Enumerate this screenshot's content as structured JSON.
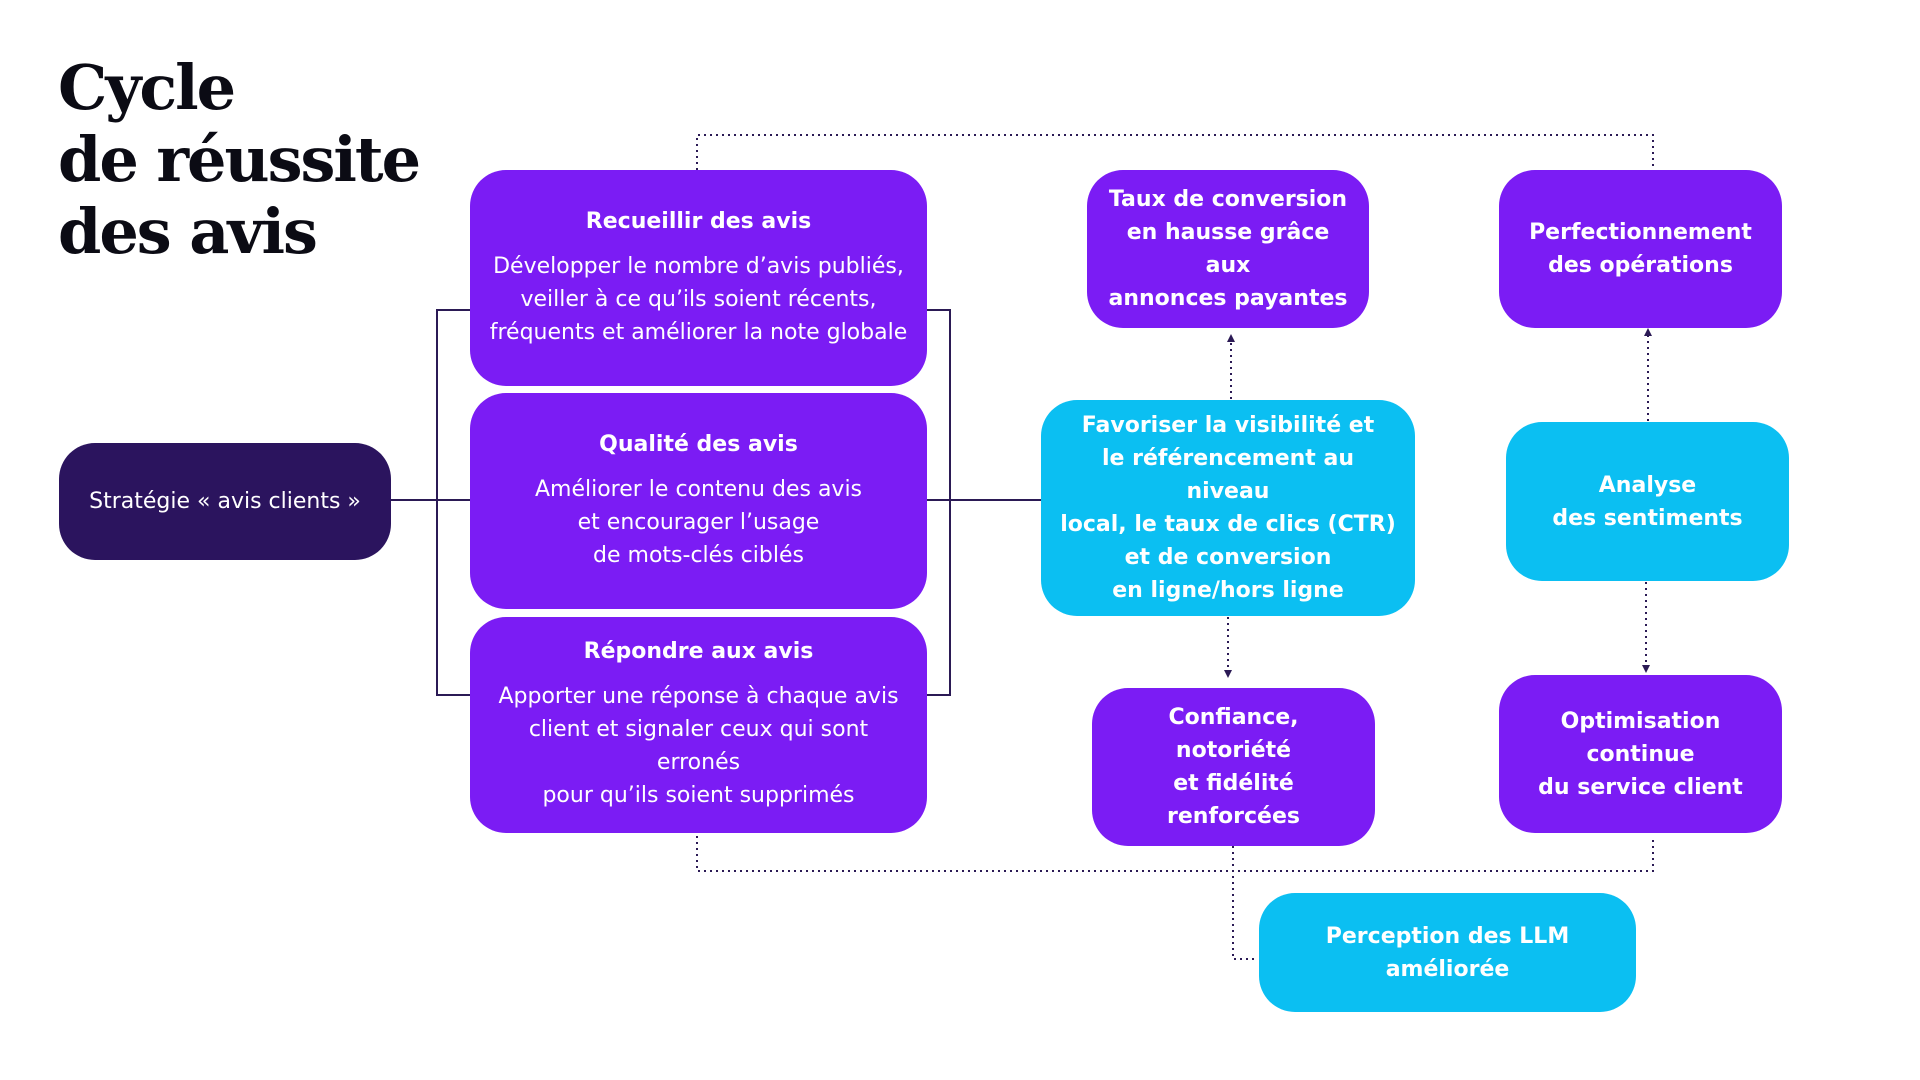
{
  "title": {
    "lines": [
      "Cycle",
      "de réussite",
      "des avis"
    ]
  },
  "strategy": {
    "label": "Stratégie « avis clients »"
  },
  "pillars": [
    {
      "title": "Recueillir des avis",
      "body": "Développer le nombre d’avis publiés,\nveiller à ce qu’ils soient récents,\nfréquents et améliorer la note globale"
    },
    {
      "title": "Qualité des avis",
      "body": "Améliorer le contenu des avis\net encourager l’usage\nde mots-clés ciblés"
    },
    {
      "title": "Répondre aux avis",
      "body": "Apporter une réponse à chaque avis\nclient et signaler ceux qui sont erronés\npour qu’ils soient supprimés"
    }
  ],
  "outcomes": {
    "visibility": "Favoriser la visibilité et\nle référencement au niveau\nlocal, le taux de clics (CTR)\net de conversion\nen ligne/hors ligne",
    "conversion": "Taux de conversion\nen hausse grâce aux\nannonces payantes",
    "trust": "Confiance, notoriété\net fidélité renforcées",
    "sentiment": "Analyse\ndes sentiments",
    "operations": "Perfectionnement\ndes opérations",
    "service": "Optimisation continue\ndu service client",
    "llm": "Perception des LLM améliorée"
  },
  "colors": {
    "purple": "#7b1cf4",
    "cyan": "#0bbff2",
    "navy": "#2b145e",
    "line": "#2b1a55"
  }
}
